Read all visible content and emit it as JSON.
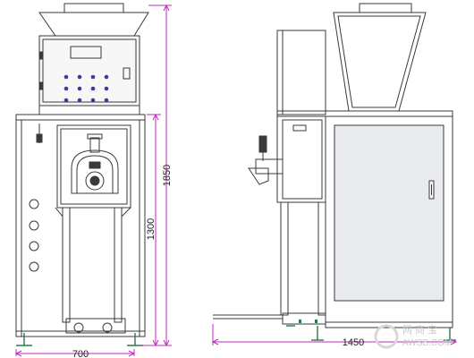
{
  "dimensions": {
    "overall_height": "1850",
    "platform_height": "1300",
    "front_width": "700",
    "side_length": "1450"
  },
  "watermark": {
    "line1": "网 商 宝",
    "line2": "AWSB.COM"
  },
  "colors": {
    "linework": "#3a3a3a",
    "dimension_lines": "#c02ac0",
    "base_feet": "#2a7a4a",
    "panel_fill": "#e9eaee",
    "keypad_key": "#3b3b9a",
    "watermark": "#c9c9c9"
  }
}
